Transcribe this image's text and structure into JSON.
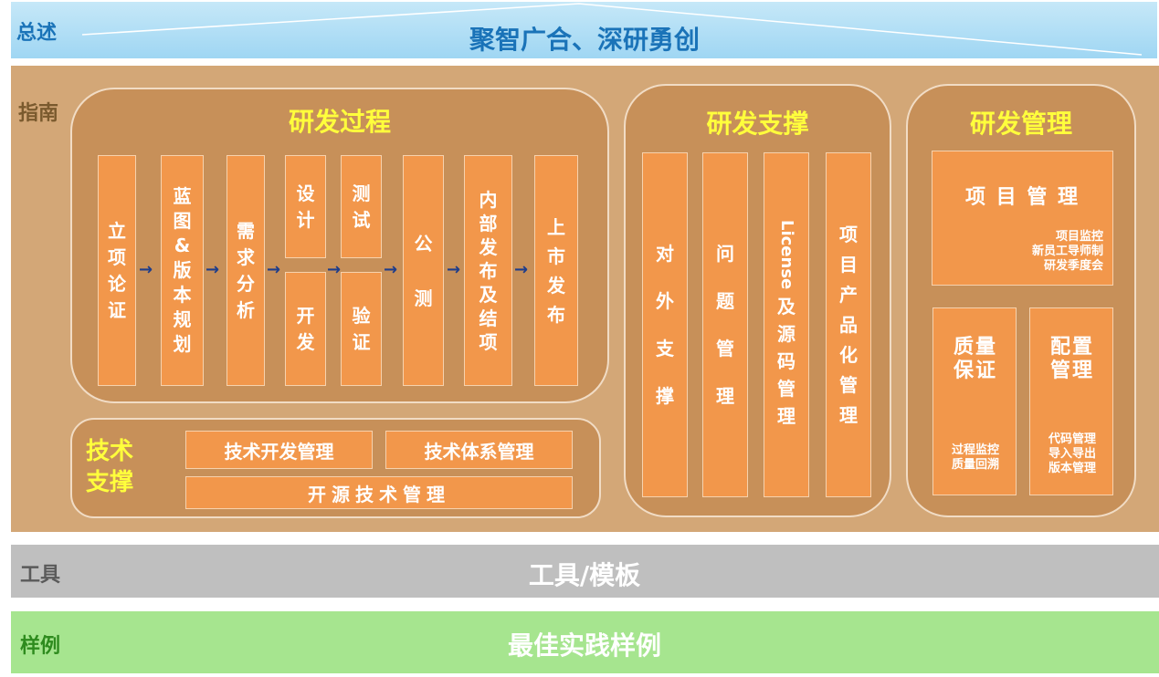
{
  "overview": {
    "tag": "总述",
    "title": "聚智广合、深研勇创"
  },
  "guide": {
    "tag": "指南",
    "process": {
      "title": "研发过程",
      "steps": [
        "立项论证",
        "蓝图&版本规划",
        "需求分析",
        "设计",
        "开发",
        "测试",
        "验证",
        "公测",
        "内部发布及结项",
        "上市发布"
      ]
    },
    "tech": {
      "title": "技术支撑",
      "items": [
        "技术开发管理",
        "技术体系管理",
        "开源技术管理"
      ]
    },
    "support": {
      "title": "研发支撑",
      "items": [
        "对外支撑",
        "问题管理",
        "License及源码管理",
        "项目产品化管理"
      ]
    },
    "management": {
      "title": "研发管理",
      "project": {
        "title": "项 目 管 理",
        "sub": [
          "项目监控",
          "新员工导师制",
          "研发季度会"
        ]
      },
      "quality": {
        "title": "质量保证",
        "sub": [
          "过程监控",
          "质量回溯"
        ]
      },
      "config": {
        "title": "配置管理",
        "sub": [
          "代码管理",
          "导入导出",
          "版本管理"
        ]
      }
    }
  },
  "tools": {
    "tag": "工具",
    "title": "工具/模板"
  },
  "sample": {
    "tag": "样例",
    "title": "最佳实践样例"
  },
  "colors": {
    "overview_text": "#1a73b8",
    "guide_tag": "#7a5a2e",
    "panel_title": "#ffff3c",
    "box_fill": "#f2974b",
    "arrow": "#1f3d8a",
    "sample_tag": "#2e8b1e",
    "tools_tag": "#5a5a5a"
  }
}
